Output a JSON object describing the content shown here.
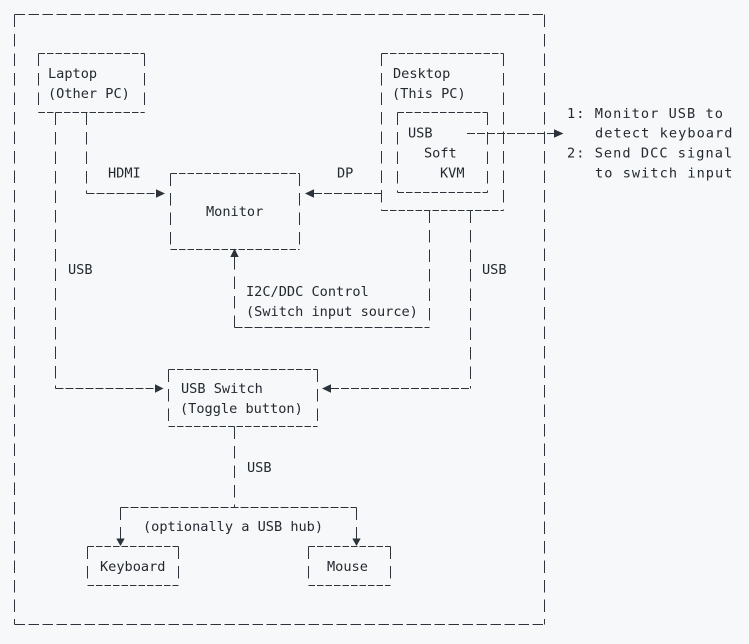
{
  "colors": {
    "background": "#f6f8fa",
    "ink": "#2d333b",
    "text": "#24292f"
  },
  "nodes": {
    "laptop": {
      "line1": "Laptop",
      "line2": "(Other PC)"
    },
    "desktop": {
      "line1": "Desktop",
      "line2": "(This PC)"
    },
    "kvm": {
      "line1": "USB",
      "line2": "Soft",
      "line3": "KVM"
    },
    "monitor": {
      "label": "Monitor"
    },
    "usb_switch": {
      "line1": "USB Switch",
      "line2": "(Toggle button)"
    },
    "hub": {
      "label": "(optionally a USB hub)"
    },
    "keyboard": {
      "label": "Keyboard"
    },
    "mouse": {
      "label": "Mouse"
    }
  },
  "edges": {
    "hdmi_label": "HDMI",
    "dp_label": "DP",
    "usb_left_label": "USB",
    "usb_right_label": "USB",
    "usb_down_label": "USB",
    "i2c_line1": "I2C/DDC Control",
    "i2c_line2": "(Switch input source)"
  },
  "annotation": {
    "line1": "1: Monitor USB to",
    "line2": "detect keyboard",
    "line3": "2: Send DCC signal",
    "line4": "to switch input"
  }
}
